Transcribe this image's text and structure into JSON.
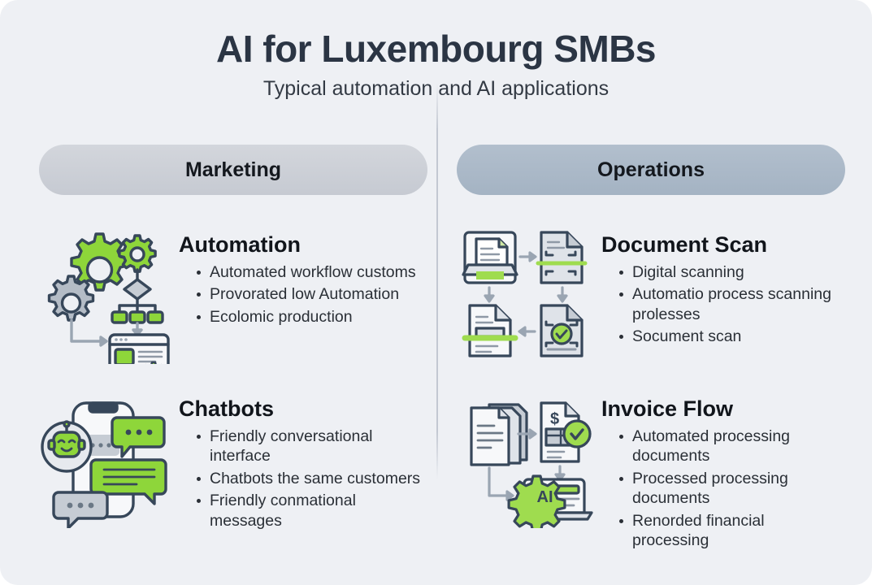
{
  "header": {
    "title": "AI for Luxembourg SMBs",
    "subtitle": "Typical automation and AI applications"
  },
  "theme": {
    "background": "#eef0f4",
    "title_color": "#2b3544",
    "accent_green": "#8ed63a",
    "ink": "#37475a",
    "pill_marketing_bg": "#ccd0d7",
    "pill_operations_bg": "#a9b7c7"
  },
  "columns": [
    {
      "id": "marketing",
      "pill_label": "Marketing",
      "blocks": [
        {
          "icon": "gears-workflow-icon",
          "heading": "Automation",
          "bullets": [
            "Automated workflow customs",
            "Provorated low Automation",
            "Ecolomic production"
          ]
        },
        {
          "icon": "chatbot-phone-icon",
          "heading": "Chatbots",
          "bullets": [
            "Friendly conversational interface",
            "Chatbots the same customers",
            "Friendly conmational messages"
          ]
        }
      ]
    },
    {
      "id": "operations",
      "pill_label": "Operations",
      "blocks": [
        {
          "icon": "document-scan-cycle-icon",
          "heading": "Document Scan",
          "bullets": [
            "Digital scanning",
            "Automatio process scanning prolesses",
            "Socument scan"
          ]
        },
        {
          "icon": "invoice-flow-icon",
          "heading": "Invoice Flow",
          "bullets": [
            "Automated processing documents",
            "Processed processing documents",
            "Renorded financial processing"
          ]
        }
      ]
    }
  ]
}
